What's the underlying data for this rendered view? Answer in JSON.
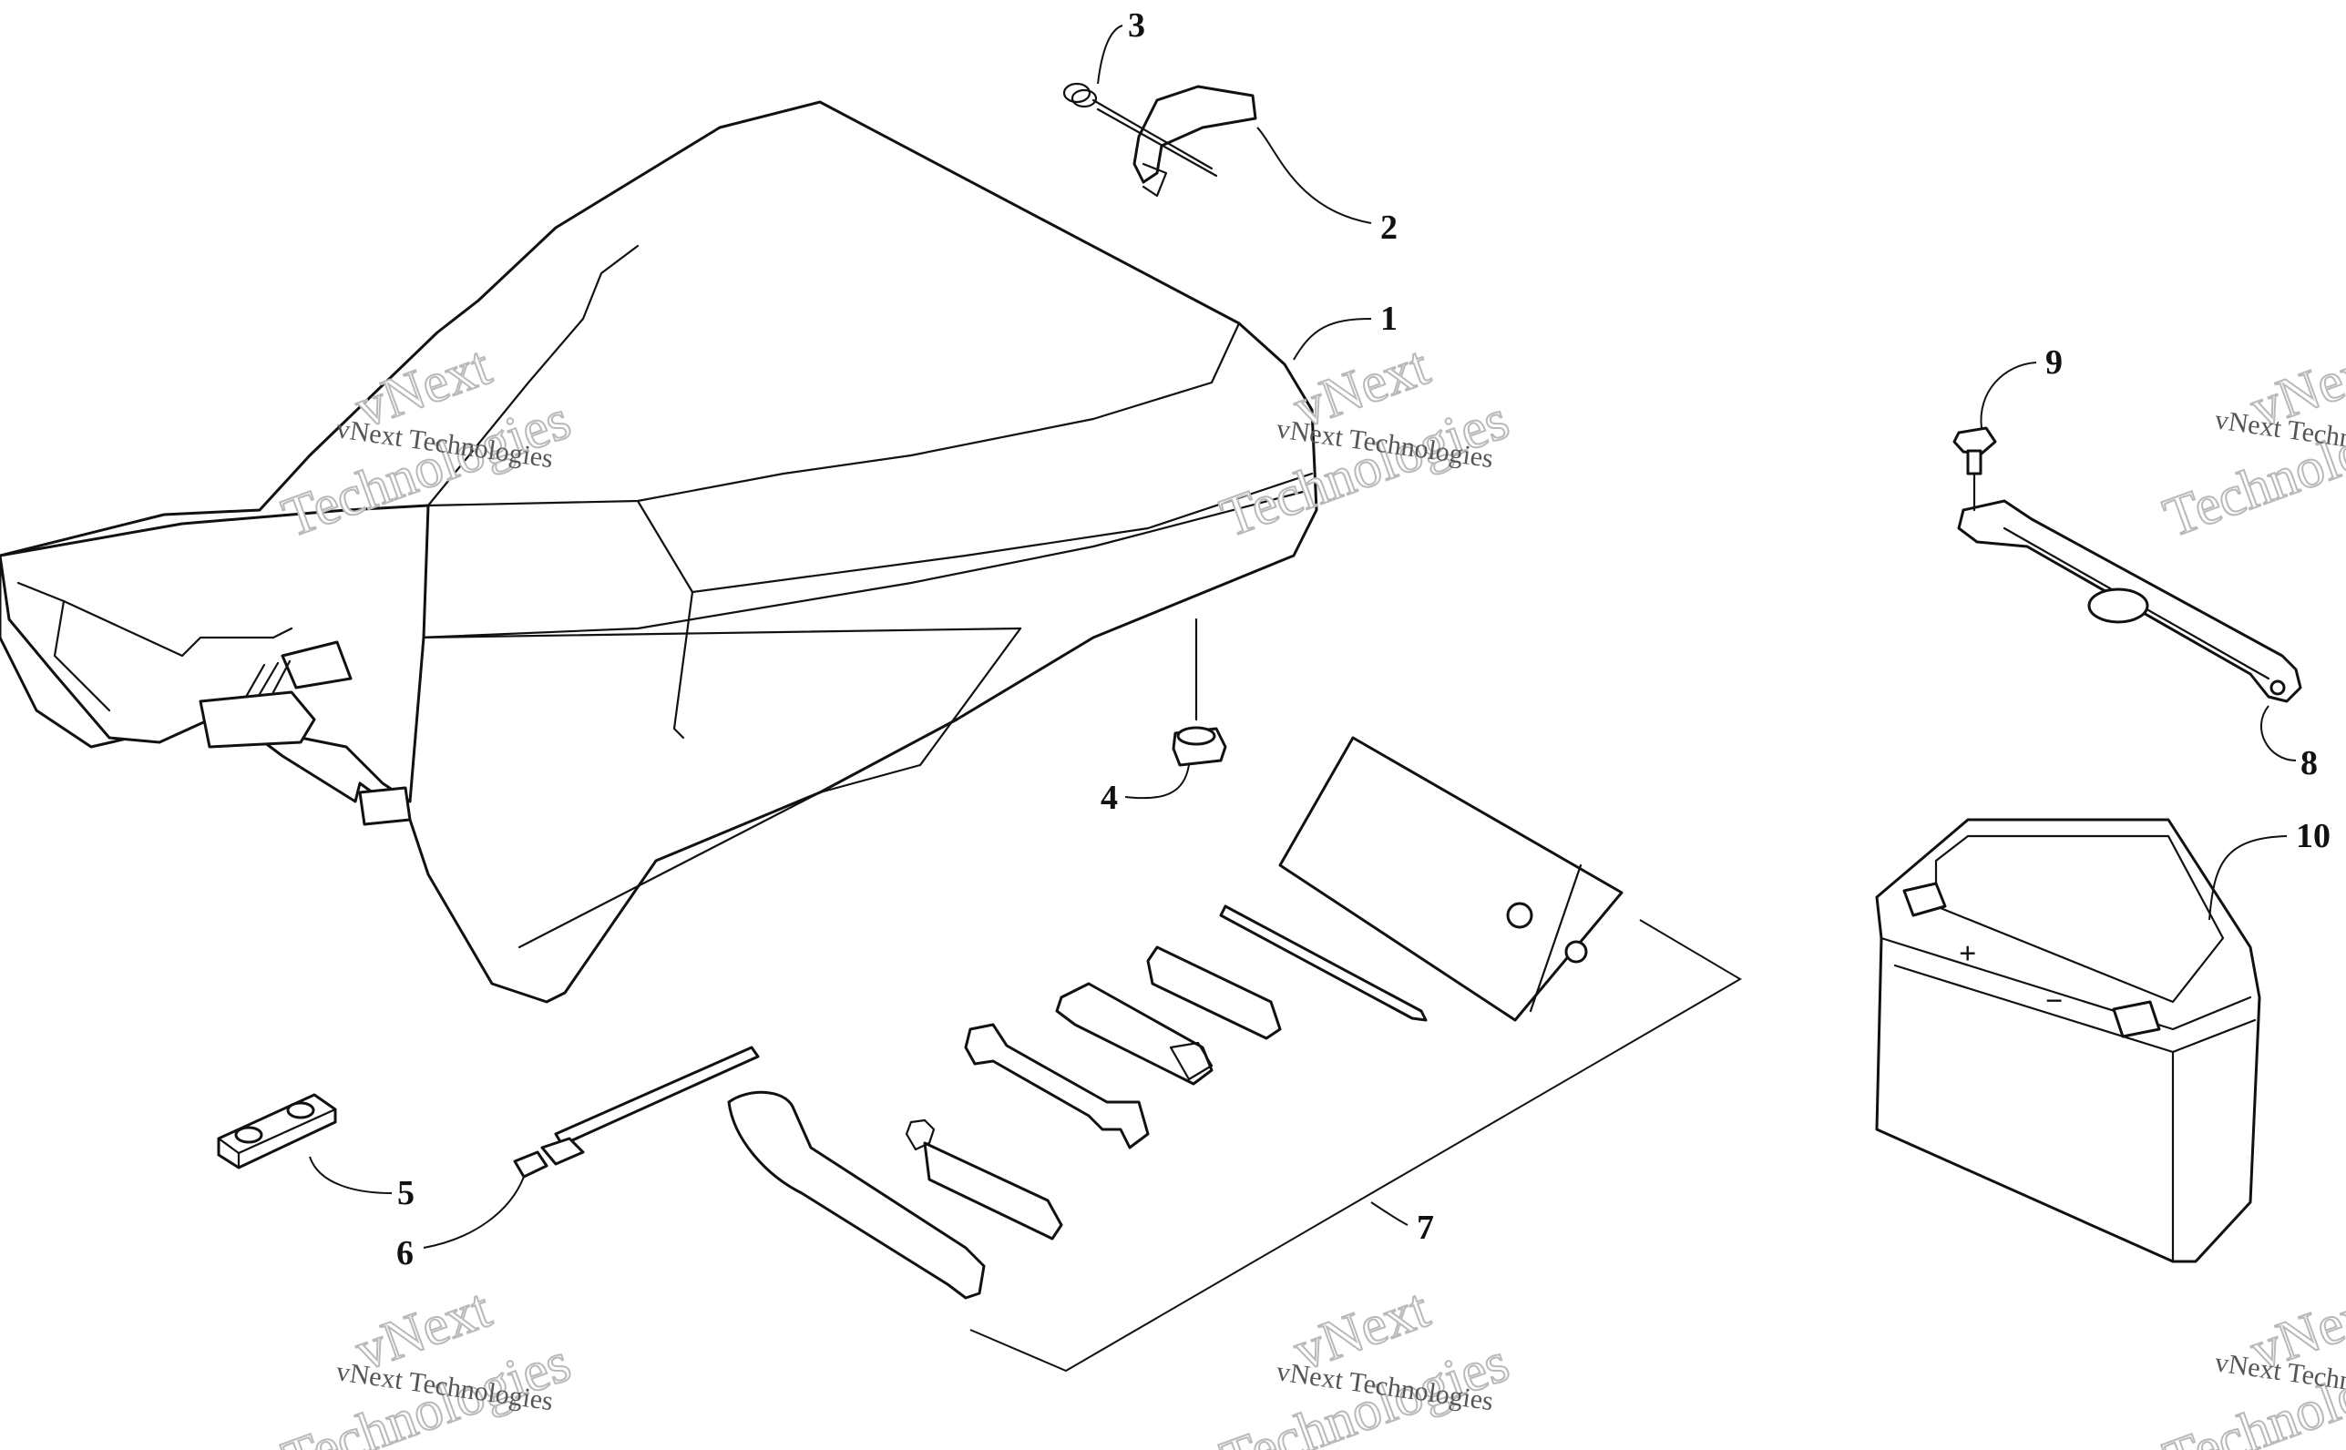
{
  "watermark": {
    "line": "vNext Technologies",
    "big_top": "vNext",
    "big_bottom": "Technologies"
  },
  "callouts": {
    "c1": "1",
    "c2": "2",
    "c3": "3",
    "c4": "4",
    "c5": "5",
    "c6": "6",
    "c7": "7",
    "c8": "8",
    "c9": "9",
    "c10": "10"
  },
  "battery": {
    "plus": "+",
    "minus": "−"
  }
}
